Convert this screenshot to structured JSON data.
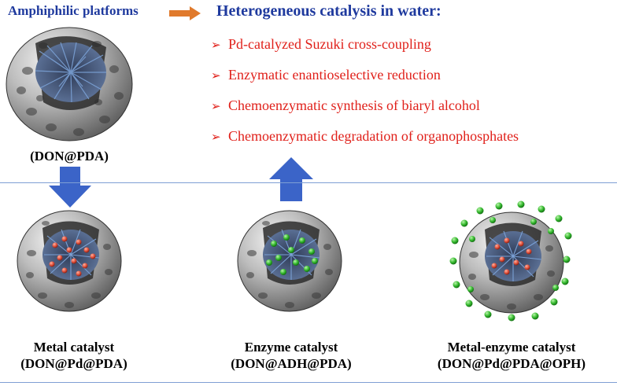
{
  "header": {
    "platforms_title": "Amphiphilic platforms",
    "catalysis_title": "Heterogeneous catalysis in water:"
  },
  "applications": [
    "Pd-catalyzed Suzuki cross-coupling",
    "Enzymatic enantioselective reduction",
    "Chemoenzymatic synthesis of biaryl alcohol",
    "Chemoenzymatic degradation of organophosphates"
  ],
  "platform": {
    "code": "(DON@PDA)"
  },
  "catalysts": [
    {
      "name": "Metal catalyst",
      "code": "(DON@Pd@PDA)"
    },
    {
      "name": "Enzyme catalyst",
      "code": "(DON@ADH@PDA)"
    },
    {
      "name": "Metal-enzyme catalyst",
      "code": "(DON@Pd@PDA@OPH)"
    }
  ],
  "colors": {
    "title_blue": "#1f3a9e",
    "bullet_red": "#e0201a",
    "arrow_orange": "#e07a2c",
    "arrow_blue": "#3b64c8",
    "fiber_blue": "#6f8fc0",
    "pd_red": "#e0503c",
    "enzyme_green": "#34b82e"
  }
}
